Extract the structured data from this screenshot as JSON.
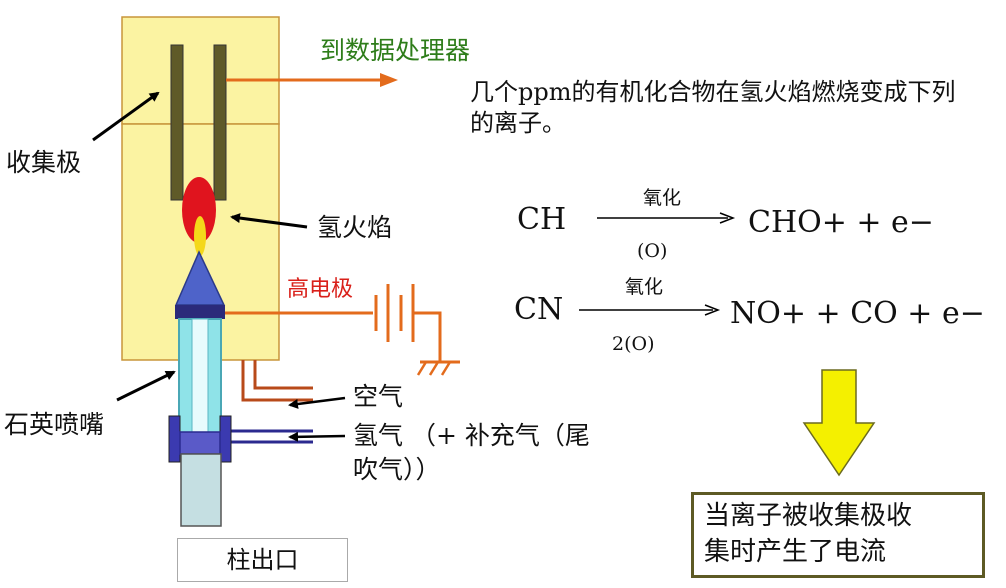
{
  "labels": {
    "to_processor": "到数据处理器",
    "collector": "收集极",
    "flame": "氢火焰",
    "high_electrode": "高电极",
    "nozzle": "石英喷嘴",
    "air": "空气",
    "hydrogen_line1": "氢气 （+ 补充气（尾",
    "hydrogen_line2": "吹气））",
    "column_outlet": "柱出口"
  },
  "description": {
    "line1": "几个ppm的有机化合物在氢火焰燃烧变成下列",
    "line2": "的离子。"
  },
  "reactions": [
    {
      "reactant": "CH",
      "above": "氧化",
      "below": "(O)",
      "products": "CHO+  +  e−"
    },
    {
      "reactant": "CN",
      "above": "氧化",
      "below": "2(O)",
      "products": "NO+  +  CO  +  e−"
    }
  ],
  "result_text": {
    "line1": "当离子被收集极收",
    "line2": "集时产生了电流"
  },
  "colors": {
    "housing": "#fbf3a2",
    "housing_border": "#c8953a",
    "electrode": "#5f5a28",
    "orange_lead": "#e36b1c",
    "flame_outer": "#e0141e",
    "flame_inner": "#f4d81a",
    "nozzle_cone": "#4e63c9",
    "air_line": "#b84a1a",
    "hydrogen_line": "#2b2a8f",
    "arrow_yellow": "#f4f000",
    "high_electrode_text": "#d9201a",
    "processor_text": "#2e7d1a"
  }
}
